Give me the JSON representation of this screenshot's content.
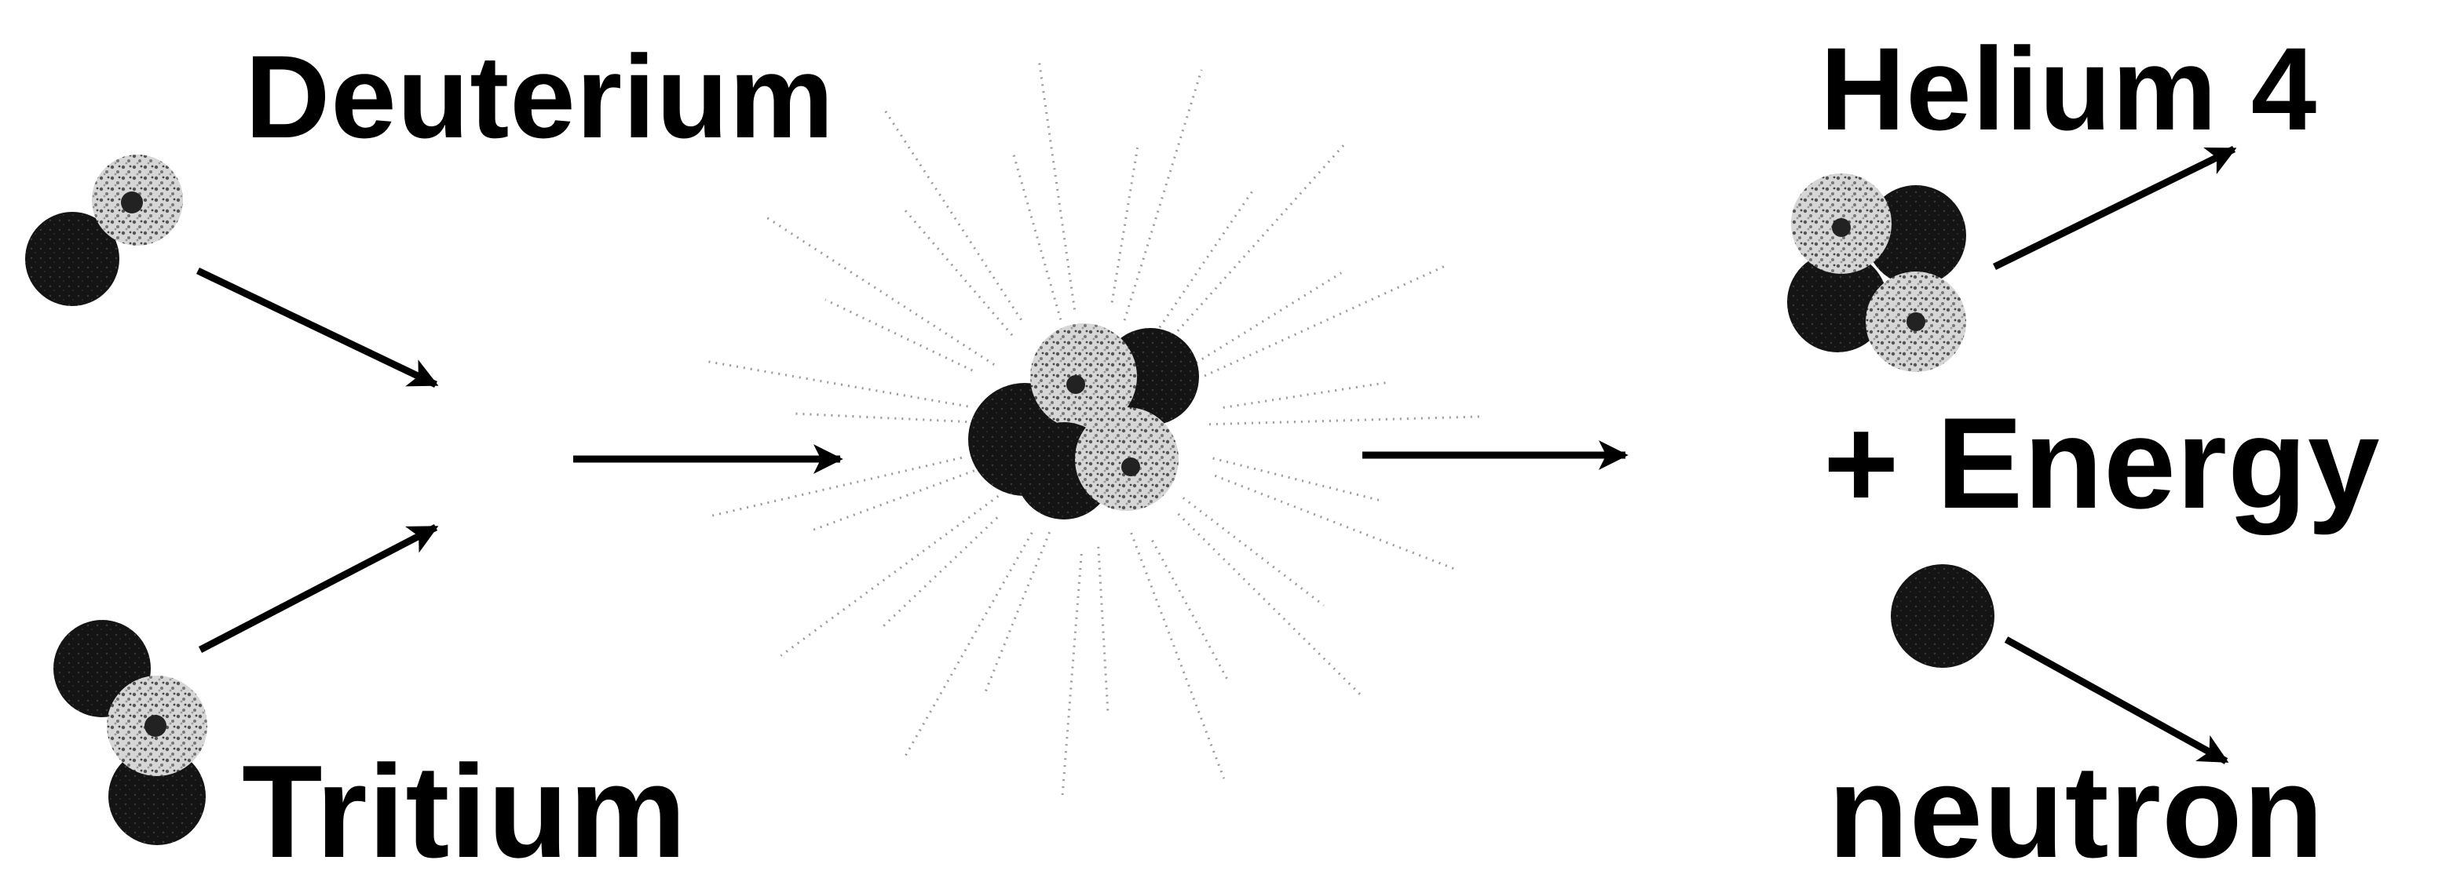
{
  "diagram": {
    "reactant_1": "Deuterium",
    "reactant_2": "Tritium",
    "product_1": "Helium 4",
    "energy": "+ Energy",
    "product_2": "neutron"
  },
  "colors": {
    "proton": "#a8a8a8",
    "neutron": "#111111",
    "arrow": "#000000",
    "burst": "#9a9a9a"
  }
}
